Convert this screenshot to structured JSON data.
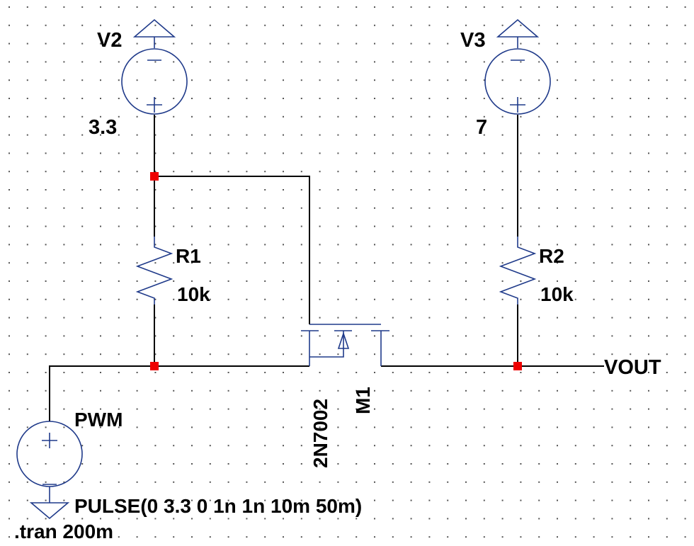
{
  "colors": {
    "wire": "#000000",
    "symbol": "#1f3a8a",
    "junction": "#ee0000",
    "grid_dot": "#555555",
    "background": "#ffffff"
  },
  "components": {
    "v2": {
      "name": "V2",
      "value": "3.3"
    },
    "v3": {
      "name": "V3",
      "value": "7"
    },
    "r1": {
      "name": "R1",
      "value": "10k"
    },
    "r2": {
      "name": "R2",
      "value": "10k"
    },
    "m1": {
      "name": "M1",
      "model": "2N7002"
    },
    "pwm": {
      "name": "PWM",
      "value": "PULSE(0 3.3 0 1n 1n 10m 50m)"
    }
  },
  "net_labels": {
    "vout": "VOUT"
  },
  "directives": {
    "tran": ".tran 200m"
  }
}
